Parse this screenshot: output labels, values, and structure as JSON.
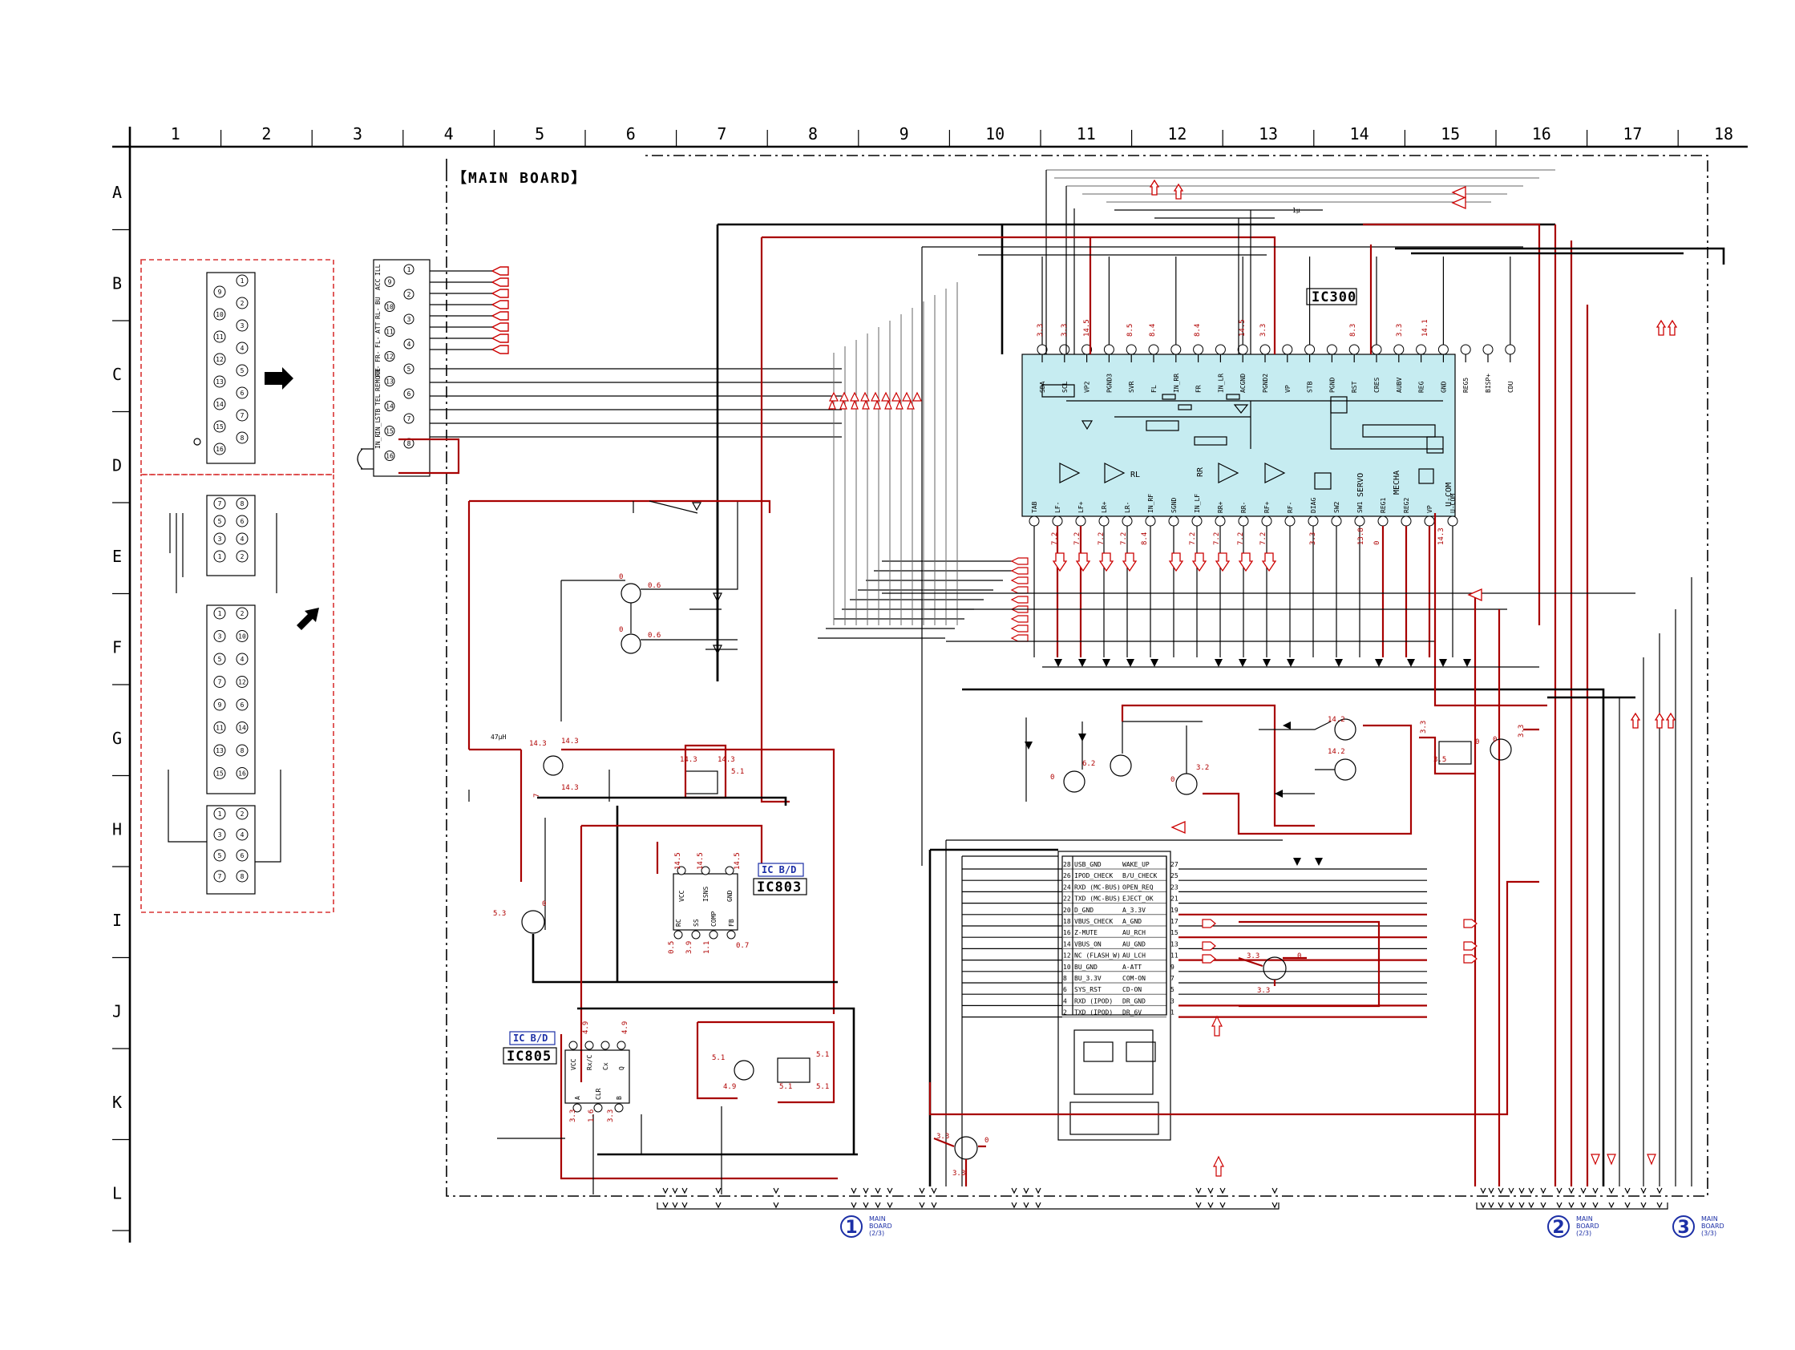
{
  "columns": [
    "1",
    "2",
    "3",
    "4",
    "5",
    "6",
    "7",
    "8",
    "9",
    "10",
    "11",
    "12",
    "13",
    "14",
    "15",
    "16",
    "17",
    "18"
  ],
  "rows": [
    "A",
    "B",
    "C",
    "D",
    "E",
    "F",
    "G",
    "H",
    "I",
    "J",
    "K",
    "L"
  ],
  "board_label": "【MAIN BOARD】",
  "ics": [
    {
      "tag": "",
      "name": "IC300"
    },
    {
      "tag": "IC B/D",
      "name": "IC803"
    },
    {
      "tag": "IC B/D",
      "name": "IC805"
    }
  ],
  "ic300": {
    "top_pins": [
      "SDA",
      "SCL",
      "VP2",
      "PGND3",
      "SVR",
      "FL",
      "IN_RR",
      "FR",
      "IN_LR",
      "ACGND",
      "PGND2",
      "VP",
      "STB",
      "PGND",
      "RST",
      "CRES",
      "AUBV",
      "REG",
      "GND",
      "REG5",
      "BISP+",
      "CDU"
    ],
    "bottom_pins": [
      "TAB",
      "LF-",
      "LF+",
      "LR+",
      "LR-",
      "IN_RF",
      "SGND",
      "IN_LF",
      "RR+",
      "RR-",
      "RF+",
      "RF-",
      "DIAG",
      "SW2",
      "SW1",
      "REG1",
      "REG2",
      "VP",
      "U-COM"
    ],
    "inner": [
      "RL",
      "RR",
      "SERVO",
      "MECHA",
      "U-COM"
    ]
  },
  "ic803": {
    "pins": [
      "VCC",
      "ISNS",
      "GND",
      "RC",
      "SS",
      "COMP",
      "FB"
    ]
  },
  "ic805": {
    "pins": [
      "VCC",
      "Rx/C",
      "Cx",
      "Q",
      "A",
      "CLR",
      "B"
    ]
  },
  "connector": {
    "left": [
      {
        "num": "28",
        "label": "USB_GND"
      },
      {
        "num": "26",
        "label": "IPOD_CHECK"
      },
      {
        "num": "24",
        "label": "RXD (MC-BUS)"
      },
      {
        "num": "22",
        "label": "TXD (MC-BUS)"
      },
      {
        "num": "20",
        "label": "D_GND"
      },
      {
        "num": "18",
        "label": "VBUS_CHECK"
      },
      {
        "num": "16",
        "label": "Z-MUTE"
      },
      {
        "num": "14",
        "label": "VBUS_ON"
      },
      {
        "num": "12",
        "label": "NC (FLASH_W)"
      },
      {
        "num": "10",
        "label": "BU_GND"
      },
      {
        "num": "8",
        "label": "BU_3.3V"
      },
      {
        "num": "6",
        "label": "SYS_RST"
      },
      {
        "num": "4",
        "label": "RXD (IPOD)"
      },
      {
        "num": "2",
        "label": "TXD (IPOD)"
      }
    ],
    "right": [
      {
        "num": "27",
        "label": "WAKE_UP"
      },
      {
        "num": "25",
        "label": "B/U_CHECK"
      },
      {
        "num": "23",
        "label": "OPEN_REQ"
      },
      {
        "num": "21",
        "label": "EJECT_OK"
      },
      {
        "num": "19",
        "label": "A_3.3V"
      },
      {
        "num": "17",
        "label": "A_GND"
      },
      {
        "num": "15",
        "label": "AU_RCH"
      },
      {
        "num": "13",
        "label": "AU_GND"
      },
      {
        "num": "11",
        "label": "AU_LCH"
      },
      {
        "num": "9",
        "label": "A-ATT"
      },
      {
        "num": "7",
        "label": "COM-ON"
      },
      {
        "num": "5",
        "label": "CD-ON"
      },
      {
        "num": "3",
        "label": "DR_GND"
      },
      {
        "num": "1",
        "label": "DR_6V"
      }
    ]
  },
  "voltages": {
    "v33": "3.3",
    "v145": "14.5",
    "v84": "8.4",
    "v85": "8.5",
    "v141": "14.1",
    "v83": "8.3",
    "v72": "7.2",
    "v0": "0",
    "v06": "0.6",
    "v143": "14.3",
    "v51": "5.1",
    "v49": "4.9",
    "v142": "14.2",
    "v62": "6.2",
    "v32": "3.2",
    "v53": "5.3",
    "v05": "0.5",
    "v07": "0.7",
    "v35": "3.5",
    "v16": "1.6",
    "v39": "3.9",
    "v138": "13.8",
    "v7": "7",
    "v11": "1.1"
  },
  "part_labels": {
    "ind": "47μH",
    "cap": "1μ"
  },
  "board_refs": [
    {
      "num": "1",
      "line1": "MAIN",
      "line2": "BOARD",
      "line3": "(2/3)"
    },
    {
      "num": "2",
      "line1": "MAIN",
      "line2": "BOARD",
      "line3": "(2/3)"
    },
    {
      "num": "3",
      "line1": "MAIN",
      "line2": "BOARD",
      "line3": "(3/3)"
    }
  ],
  "legend_top": {
    "left": [
      "9",
      "10",
      "11",
      "12",
      "13",
      "14",
      "15",
      "16"
    ],
    "right": [
      "1",
      "2",
      "3",
      "4",
      "5",
      "6",
      "7",
      "8"
    ]
  },
  "legend_bottom": {
    "groups": [
      {
        "left": [
          "7",
          "5",
          "3",
          "1"
        ],
        "right": [
          "8",
          "6",
          "4",
          "2"
        ]
      },
      {
        "left": [
          "1",
          "3",
          "5",
          "7",
          "9",
          "11",
          "13",
          "15"
        ],
        "right": [
          "2",
          "10",
          "4",
          "12",
          "6",
          "14",
          "8",
          "16"
        ]
      },
      {
        "left": [
          "1",
          "3",
          "5",
          "7"
        ],
        "right": [
          "2",
          "4",
          "6",
          "8"
        ]
      }
    ]
  },
  "left_connector": {
    "pins": [
      "1",
      "9",
      "2",
      "10",
      "3",
      "11",
      "4",
      "12",
      "5",
      "13",
      "6",
      "14",
      "7",
      "15",
      "8",
      "16"
    ],
    "labels": [
      "ILL",
      "ACC",
      "BU",
      "RL-",
      "ATT",
      "FL-",
      "FR-",
      "RR-",
      "REMOTE",
      "TEL",
      "STB",
      "IN_L",
      "IN_R"
    ]
  }
}
